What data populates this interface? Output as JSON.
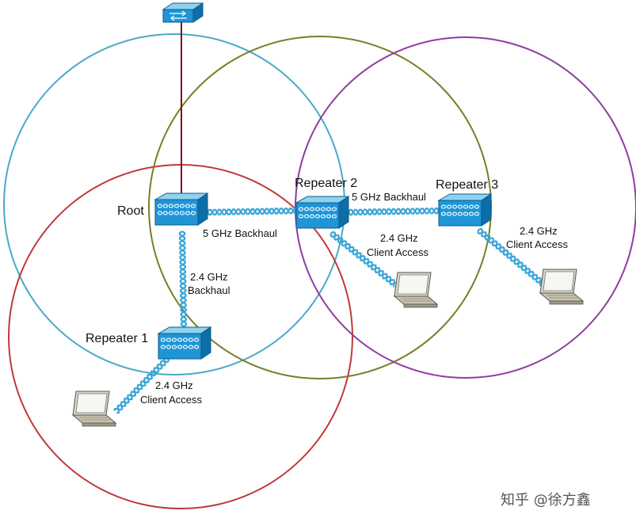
{
  "colors": {
    "root_cell": "#4aa9c8",
    "repeater1_cell": "#c0393b",
    "repeater2_cell": "#7a7d28",
    "repeater3_cell": "#8e3ea0",
    "wired_link": "#7a1020",
    "wireless_link": "#3aa6d8",
    "device_fill": "#1f8fd0",
    "laptop_fill": "#d9d5c5"
  },
  "nodes": {
    "switch": {
      "icon": "switch-icon"
    },
    "root": {
      "label": "Root",
      "icon": "access-point-icon"
    },
    "repeater1": {
      "label": "Repeater 1",
      "icon": "access-point-icon"
    },
    "repeater2": {
      "label": "Repeater 2",
      "icon": "access-point-icon"
    },
    "repeater3": {
      "label": "Repeater 3",
      "icon": "access-point-icon"
    }
  },
  "links": {
    "root_r2": {
      "label": "5 GHz Backhaul"
    },
    "r2_r3": {
      "label": "5 GHz Backhaul"
    },
    "root_r1": {
      "line1": "2.4 GHz",
      "line2": "Backhaul"
    },
    "r1_client": {
      "line1": "2.4 GHz",
      "line2": "Client Access"
    },
    "r2_client": {
      "line1": "2.4 GHz",
      "line2": "Client Access"
    },
    "r3_client": {
      "line1": "2.4 GHz",
      "line2": "Client Access"
    }
  },
  "clients": {
    "icon": "laptop-icon"
  },
  "watermark": "知乎 @徐方鑫"
}
